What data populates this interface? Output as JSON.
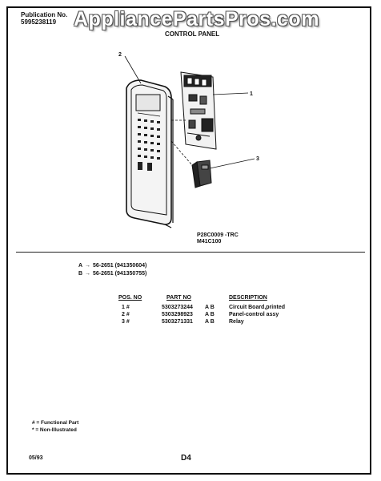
{
  "header": {
    "publication_label": "Publication No.",
    "publication_number": "5995238119",
    "watermark": "AppliancePartsPros.com",
    "section_title": "CONTROL PANEL"
  },
  "diagram": {
    "callouts": [
      "1",
      "2",
      "3"
    ],
    "model_lines": [
      "P28C0009 -TRC",
      "M41C100"
    ]
  },
  "variants": [
    {
      "letter": "A",
      "text": "56-2651 (941350604)"
    },
    {
      "letter": "B",
      "text": "56-2651 (941350755)"
    }
  ],
  "table": {
    "headers": {
      "pos": "POS. NO",
      "part": "PART NO",
      "desc": "DESCRIPTION"
    },
    "rows": [
      {
        "pos": "1 #",
        "part": "5303273244",
        "variants": "A B",
        "desc": "Circuit Board,printed"
      },
      {
        "pos": "2 #",
        "part": "5303298923",
        "variants": "A B",
        "desc": "Panel-control assy"
      },
      {
        "pos": "3 #",
        "part": "5303271331",
        "variants": "A B",
        "desc": "Relay"
      }
    ]
  },
  "legend": [
    "# = Functional Part",
    "* = Non-Illustrated"
  ],
  "footer": {
    "date": "05/93",
    "page": "D4"
  }
}
